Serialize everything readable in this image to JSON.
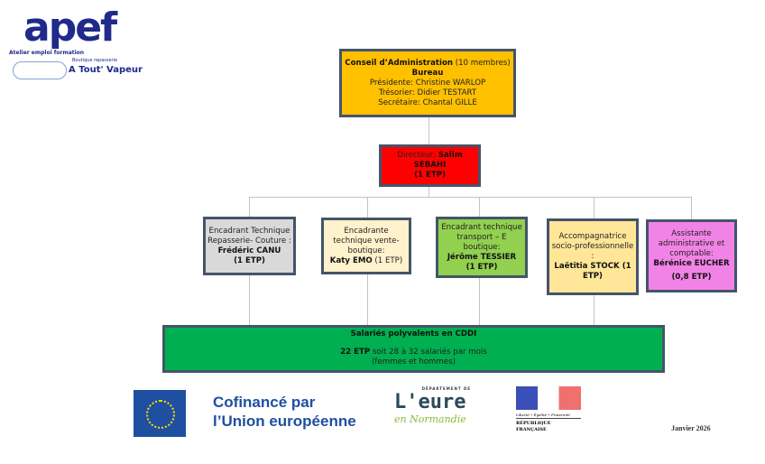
{
  "logo": {
    "letters": "apef",
    "tagline": "Atelier emploi formation",
    "sub": "Boutique repasserie",
    "brand": "A Tout' Vapeur"
  },
  "board": {
    "title": "Conseil d’Administration",
    "members": "(10 membres)",
    "bureau": "Bureau",
    "lines": [
      "Présidente: Christine WARLOP",
      "Trésorier: Didier TESTART",
      "Secrétaire: Chantal GILLE"
    ],
    "color": "#FFC000"
  },
  "director": {
    "role": "Directeur:",
    "name": "Salim SEBAHI",
    "etp": "(1 ETP)",
    "color": "#FF0000"
  },
  "staff": [
    {
      "role": "Encadrant Technique Repasserie- Couture :",
      "name": "Frédéric CANU",
      "etp": "(1 ETP)",
      "color": "#D9D9D9"
    },
    {
      "role": "Encadrante technique vente- boutique:",
      "name": "Katy EMO",
      "etp": "(1 ETP)",
      "color": "#FFF2CC"
    },
    {
      "role": "Encadrant technique transport – E boutique:",
      "name": "Jérôme TESSIER",
      "etp": "(1 ETP)",
      "color": "#92D050"
    },
    {
      "role": "Accompagnatrice socio-professionnelle :",
      "name": "Laëtitia STOCK (1 ETP)",
      "etp": "",
      "color": "#FFE699"
    },
    {
      "role": "Assistante administrative et comptable:",
      "name": "Bérénice EUCHER",
      "etp": "(0,8 ETP)",
      "color": "#F283E6"
    }
  ],
  "workers": {
    "title": "Salariés polyvalents en CDDI",
    "etp": "22 ETP",
    "detail": "soit 28 à 32 salariés par mois",
    "note": "(femmes et hommes)",
    "color": "#00B050"
  },
  "footer": {
    "eu_line1": "Cofinancé par",
    "eu_line2": "l’Union européenne",
    "eure_top": "DÉPARTEMENT DE",
    "eure": "L'eure",
    "eure_sub": "en Normandie",
    "rf_motto": "Liberté • Égalité • Fraternité",
    "rf": "RÉPUBLIQUE FRANÇAISE",
    "date": "Janvier 2026"
  }
}
